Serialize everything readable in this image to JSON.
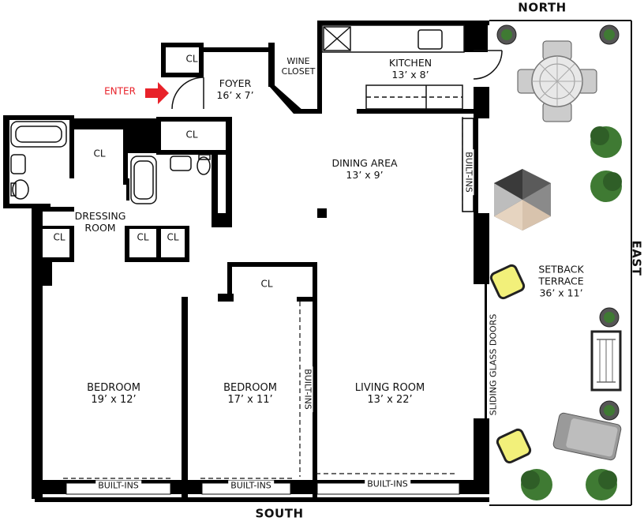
{
  "compass": {
    "north": "NORTH",
    "south": "SOUTH",
    "east": "EAST"
  },
  "enter_label": "ENTER",
  "rooms": {
    "foyer": {
      "name": "FOYER",
      "dims": "16’ x 7’"
    },
    "wine_closet": {
      "line1": "WINE",
      "line2": "CLOSET"
    },
    "kitchen": {
      "name": "KITCHEN",
      "dims": "13’ x 8’"
    },
    "dining": {
      "name": "DINING AREA",
      "dims": "13’ x 9’"
    },
    "dressing": {
      "line1": "DRESSING",
      "line2": "ROOM"
    },
    "bedroom_1": {
      "name": "BEDROOM",
      "dims": "19’ x 12’"
    },
    "bedroom_2": {
      "name": "BEDROOM",
      "dims": "17’ x 11’"
    },
    "living": {
      "name": "LIVING ROOM",
      "dims": "13’ x 22’"
    },
    "terrace": {
      "line1": "SETBACK",
      "line2": "TERRACE",
      "dims": "36’ x 11’"
    }
  },
  "closet_label": "CL",
  "built_ins": "BUILT-INS",
  "sliding_doors": "SLIDING GLASS DOORS",
  "colors": {
    "wall": "#000000",
    "enter_arrow": "#e8222a",
    "terrace_plant": "#3f7a33",
    "chair_seat": "#f2f07a",
    "umbrella_dark": "#5a5a5a",
    "umbrella_light": "#d8c3ad"
  }
}
